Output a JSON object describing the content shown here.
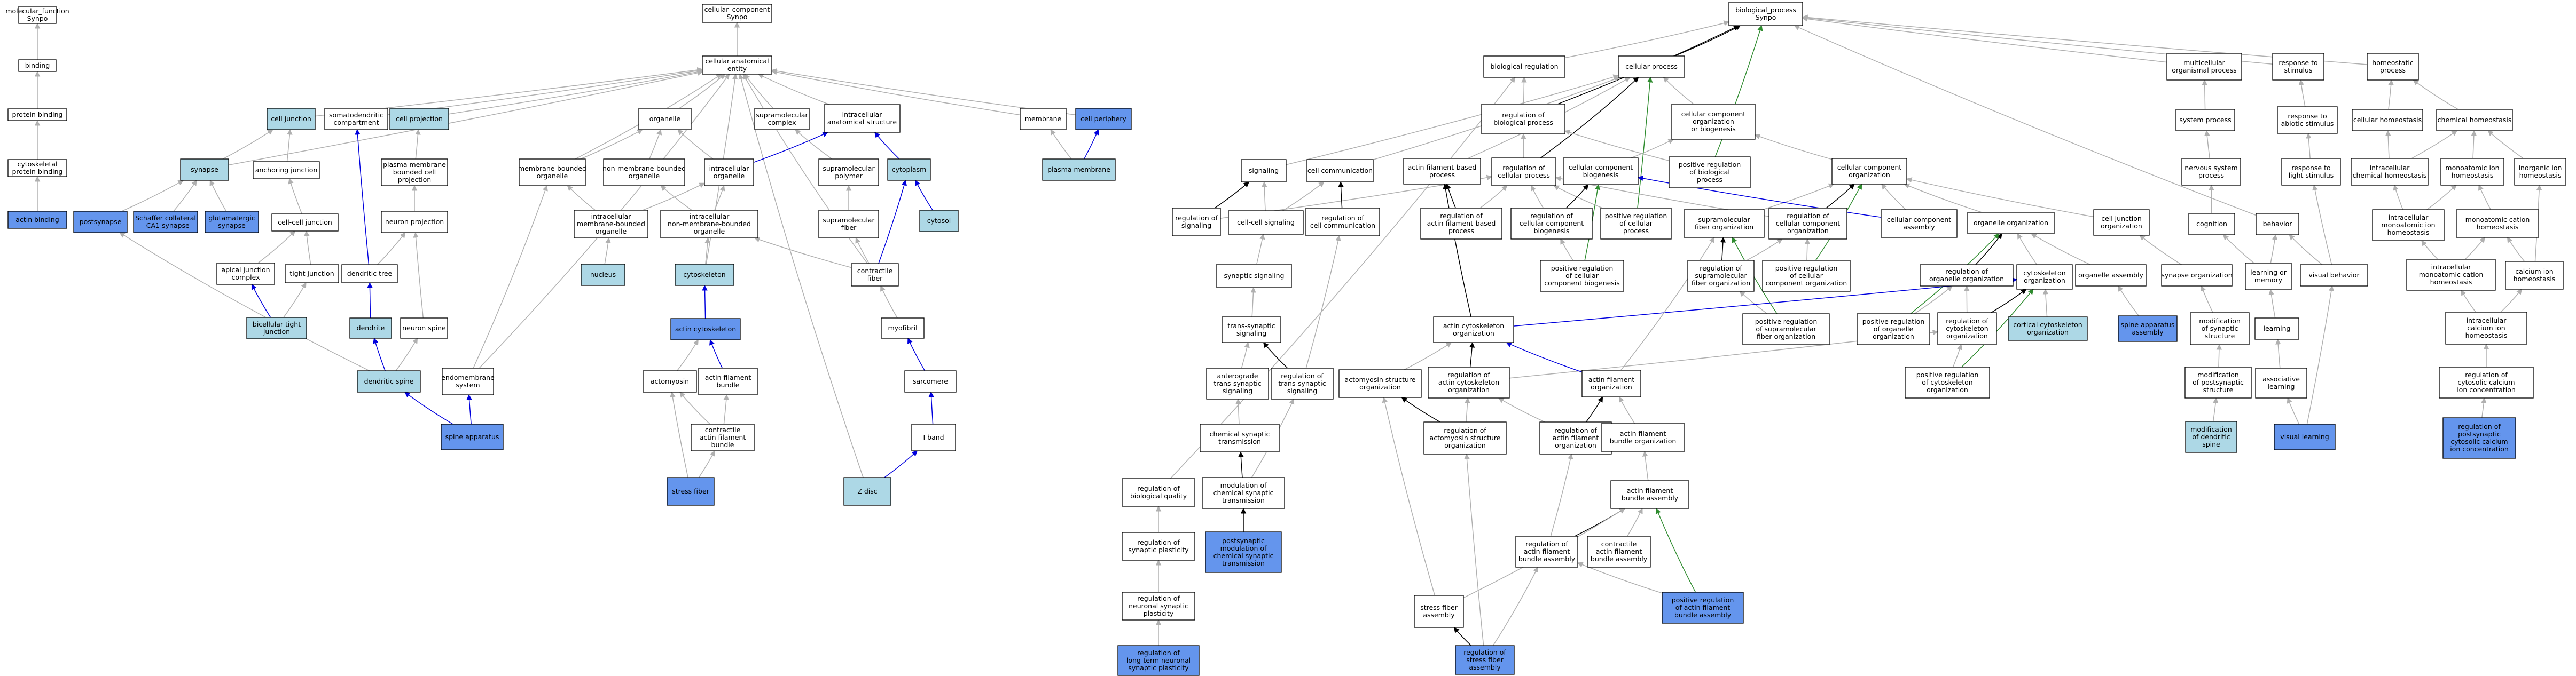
{
  "colors": {
    "none": "#ffffff",
    "light": "#add8e6",
    "dark": "#6495ed",
    "gray_edge": "#b0b0b0",
    "black_edge": "#000000",
    "blue_edge": "#0000dd",
    "green_edge": "#2e8b2e"
  },
  "nodes": {
    "n_mf": {
      "label": [
        "molecular_function",
        "Synpo"
      ],
      "fill": "none"
    },
    "n_binding": {
      "label": [
        "binding"
      ],
      "fill": "none"
    },
    "n_protbind": {
      "label": [
        "protein binding"
      ],
      "fill": "none"
    },
    "n_cytoskbind": {
      "label": [
        "cytoskeletal",
        "protein binding"
      ],
      "fill": "none"
    },
    "n_actinbind": {
      "label": [
        "actin binding"
      ],
      "fill": "dark"
    },
    "n_cc": {
      "label": [
        "cellular_component",
        "Synpo"
      ],
      "fill": "none"
    },
    "n_cae": {
      "label": [
        "cellular anatomical",
        "entity"
      ],
      "fill": "none"
    },
    "n_celljunction": {
      "label": [
        "cell junction"
      ],
      "fill": "light"
    },
    "n_somato": {
      "label": [
        "somatodendritic",
        "compartment"
      ],
      "fill": "none"
    },
    "n_cellproj": {
      "label": [
        "cell projection"
      ],
      "fill": "light"
    },
    "n_synapse": {
      "label": [
        "synapse"
      ],
      "fill": "light"
    },
    "n_anchjunc": {
      "label": [
        "anchoring junction"
      ],
      "fill": "none"
    },
    "n_pmbcp": {
      "label": [
        "plasma membrane",
        "bounded cell",
        "projection"
      ],
      "fill": "none"
    },
    "n_postsyn": {
      "label": [
        "postsynapse"
      ],
      "fill": "dark"
    },
    "n_schaffer": {
      "label": [
        "Schaffer collateral",
        "- CA1 synapse"
      ],
      "fill": "dark"
    },
    "n_glutsyn": {
      "label": [
        "glutamatergic",
        "synapse"
      ],
      "fill": "dark"
    },
    "n_cellcell": {
      "label": [
        "cell-cell junction"
      ],
      "fill": "none"
    },
    "n_neuronproj": {
      "label": [
        "neuron projection"
      ],
      "fill": "none"
    },
    "n_apical": {
      "label": [
        "apical junction",
        "complex"
      ],
      "fill": "none"
    },
    "n_tight": {
      "label": [
        "tight junction"
      ],
      "fill": "none"
    },
    "n_dendtree": {
      "label": [
        "dendritic tree"
      ],
      "fill": "none"
    },
    "n_bictj": {
      "label": [
        "bicellular tight",
        "junction"
      ],
      "fill": "light"
    },
    "n_dendrite": {
      "label": [
        "dendrite"
      ],
      "fill": "light"
    },
    "n_neuronspine": {
      "label": [
        "neuron spine"
      ],
      "fill": "none"
    },
    "n_dendspine": {
      "label": [
        "dendritic spine"
      ],
      "fill": "light"
    },
    "n_endomem": {
      "label": [
        "endomembrane",
        "system"
      ],
      "fill": "none"
    },
    "n_spineapp": {
      "label": [
        "spine apparatus"
      ],
      "fill": "dark"
    },
    "n_organelle": {
      "label": [
        "organelle"
      ],
      "fill": "none"
    },
    "n_supramolcx": {
      "label": [
        "supramolecular",
        "complex"
      ],
      "fill": "none"
    },
    "n_icas": {
      "label": [
        "intracellular",
        "anatomical structure"
      ],
      "fill": "none"
    },
    "n_membrane": {
      "label": [
        "membrane"
      ],
      "fill": "none"
    },
    "n_cellperiph": {
      "label": [
        "cell periphery"
      ],
      "fill": "dark"
    },
    "n_mbo": {
      "label": [
        "membrane-bounded",
        "organelle"
      ],
      "fill": "none"
    },
    "n_nmbo": {
      "label": [
        "non-membrane-bounded",
        "organelle"
      ],
      "fill": "none"
    },
    "n_icorg": {
      "label": [
        "intracellular",
        "organelle"
      ],
      "fill": "none"
    },
    "n_supramolpoly": {
      "label": [
        "supramolecular",
        "polymer"
      ],
      "fill": "none"
    },
    "n_cytoplasm": {
      "label": [
        "cytoplasm"
      ],
      "fill": "light"
    },
    "n_plasmamem": {
      "label": [
        "plasma membrane"
      ],
      "fill": "light"
    },
    "n_icmbo": {
      "label": [
        "intracellular",
        "membrane-bounded",
        "organelle"
      ],
      "fill": "none"
    },
    "n_icnmbo": {
      "label": [
        "intracellular",
        "non-membrane-bounded",
        "organelle"
      ],
      "fill": "none"
    },
    "n_supramolfiber": {
      "label": [
        "supramolecular",
        "fiber"
      ],
      "fill": "none"
    },
    "n_cytosol": {
      "label": [
        "cytosol"
      ],
      "fill": "light"
    },
    "n_nucleus": {
      "label": [
        "nucleus"
      ],
      "fill": "light"
    },
    "n_cytoskeleton": {
      "label": [
        "cytoskeleton"
      ],
      "fill": "light"
    },
    "n_contrfiber": {
      "label": [
        "contractile",
        "fiber"
      ],
      "fill": "none"
    },
    "n_actincytosk": {
      "label": [
        "actin cytoskeleton"
      ],
      "fill": "dark"
    },
    "n_myofibril": {
      "label": [
        "myofibril"
      ],
      "fill": "none"
    },
    "n_actomyosin": {
      "label": [
        "actomyosin"
      ],
      "fill": "none"
    },
    "n_afbundle": {
      "label": [
        "actin filament",
        "bundle"
      ],
      "fill": "none"
    },
    "n_sarcomere": {
      "label": [
        "sarcomere"
      ],
      "fill": "none"
    },
    "n_cafb": {
      "label": [
        "contractile",
        "actin filament",
        "bundle"
      ],
      "fill": "none"
    },
    "n_iband": {
      "label": [
        "I band"
      ],
      "fill": "none"
    },
    "n_stressfiber": {
      "label": [
        "stress fiber"
      ],
      "fill": "dark"
    },
    "n_zdisc": {
      "label": [
        "Z disc"
      ],
      "fill": "light"
    },
    "n_bp": {
      "label": [
        "biological_process",
        "Synpo"
      ],
      "fill": "none"
    },
    "n_bioreg": {
      "label": [
        "biological regulation"
      ],
      "fill": "none"
    },
    "n_cellproc": {
      "label": [
        "cellular process"
      ],
      "fill": "none"
    },
    "n_multicell": {
      "label": [
        "multicellular",
        "organismal process"
      ],
      "fill": "none"
    },
    "n_respstim": {
      "label": [
        "response to",
        "stimulus"
      ],
      "fill": "none"
    },
    "n_homeoproc": {
      "label": [
        "homeostatic",
        "process"
      ],
      "fill": "none"
    },
    "n_regbp": {
      "label": [
        "regulation of",
        "biological process"
      ],
      "fill": "none"
    },
    "n_ccob": {
      "label": [
        "cellular component",
        "organization",
        "or biogenesis"
      ],
      "fill": "none"
    },
    "n_sysproc": {
      "label": [
        "system process"
      ],
      "fill": "none"
    },
    "n_respabiotic": {
      "label": [
        "response to",
        "abiotic stimulus"
      ],
      "fill": "none"
    },
    "n_cellhomeo": {
      "label": [
        "cellular homeostasis"
      ],
      "fill": "none"
    },
    "n_chemhomeo": {
      "label": [
        "chemical homeostasis"
      ],
      "fill": "none"
    },
    "n_signaling": {
      "label": [
        "signaling"
      ],
      "fill": "none"
    },
    "n_cellcomm": {
      "label": [
        "cell communication"
      ],
      "fill": "none"
    },
    "n_afbp": {
      "label": [
        "actin filament-based",
        "process"
      ],
      "fill": "none"
    },
    "n_regcellproc": {
      "label": [
        "regulation of",
        "cellular process"
      ],
      "fill": "none"
    },
    "n_ccbiogen": {
      "label": [
        "cellular component",
        "biogenesis"
      ],
      "fill": "none"
    },
    "n_posregbp": {
      "label": [
        "positive regulation",
        "of biological",
        "process"
      ],
      "fill": "none"
    },
    "n_ccorg": {
      "label": [
        "cellular component",
        "organization"
      ],
      "fill": "none"
    },
    "n_nervsys": {
      "label": [
        "nervous system",
        "process"
      ],
      "fill": "none"
    },
    "n_resplight": {
      "label": [
        "response to",
        "light stimulus"
      ],
      "fill": "none"
    },
    "n_iccheml": {
      "label": [
        "intracellular",
        "chemical homeostasis"
      ],
      "fill": "none"
    },
    "n_monoatomic": {
      "label": [
        "monoatomic ion",
        "homeostasis"
      ],
      "fill": "none"
    },
    "n_inorganic": {
      "label": [
        "inorganic ion",
        "homeostasis"
      ],
      "fill": "none"
    },
    "n_regsig": {
      "label": [
        "regulation of",
        "signaling"
      ],
      "fill": "none"
    },
    "n_cellcellsig": {
      "label": [
        "cell-cell signaling"
      ],
      "fill": "none"
    },
    "n_regcellcomm": {
      "label": [
        "regulation of",
        "cell communication"
      ],
      "fill": "none"
    },
    "n_regafbp": {
      "label": [
        "regulation of",
        "actin filament-based",
        "process"
      ],
      "fill": "none"
    },
    "n_regccbio": {
      "label": [
        "regulation of",
        "cellular component",
        "biogenesis"
      ],
      "fill": "none"
    },
    "n_posregcp": {
      "label": [
        "positive regulation",
        "of cellular",
        "process"
      ],
      "fill": "none"
    },
    "n_smfo": {
      "label": [
        "supramolecular",
        "fiber organization"
      ],
      "fill": "none"
    },
    "n_regcco": {
      "label": [
        "regulation of",
        "cellular component",
        "organization"
      ],
      "fill": "none"
    },
    "n_ccassembly": {
      "label": [
        "cellular component",
        "assembly"
      ],
      "fill": "none"
    },
    "n_orgorg": {
      "label": [
        "organelle organization"
      ],
      "fill": "none"
    },
    "n_celljuncorg": {
      "label": [
        "cell junction",
        "organization"
      ],
      "fill": "none"
    },
    "n_cognition": {
      "label": [
        "cognition"
      ],
      "fill": "none"
    },
    "n_behavior": {
      "label": [
        "behavior"
      ],
      "fill": "none"
    },
    "n_icmono": {
      "label": [
        "intracellular",
        "monoatomic ion",
        "homeostasis"
      ],
      "fill": "none"
    },
    "n_monocation": {
      "label": [
        "monoatomic cation",
        "homeostasis"
      ],
      "fill": "none"
    },
    "n_synsig": {
      "label": [
        "synaptic signaling"
      ],
      "fill": "none"
    },
    "n_posregccb": {
      "label": [
        "positive regulation",
        "of cellular",
        "component biogenesis"
      ],
      "fill": "none"
    },
    "n_regsmfo": {
      "label": [
        "regulation of",
        "supramolecular",
        "fiber organization"
      ],
      "fill": "none"
    },
    "n_posregcco": {
      "label": [
        "positive regulation",
        "of cellular",
        "component organization"
      ],
      "fill": "none"
    },
    "n_regorgorg": {
      "label": [
        "regulation of",
        "organelle organization"
      ],
      "fill": "none"
    },
    "n_cytoskorg": {
      "label": [
        "cytoskeleton",
        "organization"
      ],
      "fill": "none"
    },
    "n_orgassembly": {
      "label": [
        "organelle assembly"
      ],
      "fill": "none"
    },
    "n_synorg": {
      "label": [
        "synapse organization"
      ],
      "fill": "none"
    },
    "n_learnmem": {
      "label": [
        "learning or",
        "memory"
      ],
      "fill": "none"
    },
    "n_visbeh": {
      "label": [
        "visual behavior"
      ],
      "fill": "none"
    },
    "n_icmonocation": {
      "label": [
        "intracellular",
        "monoatomic cation",
        "homeostasis"
      ],
      "fill": "none"
    },
    "n_calcium": {
      "label": [
        "calcium ion",
        "homeostasis"
      ],
      "fill": "none"
    },
    "n_transsyn": {
      "label": [
        "trans-synaptic",
        "signaling"
      ],
      "fill": "none"
    },
    "n_posregsmfo": {
      "label": [
        "positive regulation",
        "of supramolecular",
        "fiber organization"
      ],
      "fill": "none"
    },
    "n_posregorgorg": {
      "label": [
        "positive regulation",
        "of organelle",
        "organization"
      ],
      "fill": "none"
    },
    "n_regcytoskorg": {
      "label": [
        "regulation of",
        "cytoskeleton",
        "organization"
      ],
      "fill": "none"
    },
    "n_corticalcytosk": {
      "label": [
        "cortical cytoskeleton",
        "organization"
      ],
      "fill": "light"
    },
    "n_spineappasm": {
      "label": [
        "spine apparatus",
        "assembly"
      ],
      "fill": "dark"
    },
    "n_modsynstruct": {
      "label": [
        "modification",
        "of synaptic",
        "structure"
      ],
      "fill": "none"
    },
    "n_learning": {
      "label": [
        "learning"
      ],
      "fill": "none"
    },
    "n_iccalcium": {
      "label": [
        "intracellular",
        "calcium ion",
        "homeostasis"
      ],
      "fill": "none"
    },
    "n_actcytoskorg": {
      "label": [
        "actin cytoskeleton",
        "organization"
      ],
      "fill": "none"
    },
    "n_anterograde": {
      "label": [
        "anterograde",
        "trans-synaptic",
        "signaling"
      ],
      "fill": "none"
    },
    "n_regtranssyn": {
      "label": [
        "regulation of",
        "trans-synaptic",
        "signaling"
      ],
      "fill": "none"
    },
    "n_actomyosinorg": {
      "label": [
        "actomyosin structure",
        "organization"
      ],
      "fill": "none"
    },
    "n_regactcytoskorg": {
      "label": [
        "regulation of",
        "actin cytoskeleton",
        "organization"
      ],
      "fill": "none"
    },
    "n_afo": {
      "label": [
        "actin filament",
        "organization"
      ],
      "fill": "none"
    },
    "n_posregcytoskorg": {
      "label": [
        "positive regulation",
        "of cytoskeleton",
        "organization"
      ],
      "fill": "none"
    },
    "n_modpostsyn": {
      "label": [
        "modification",
        "of postsynaptic",
        "structure"
      ],
      "fill": "none"
    },
    "n_assoclearn": {
      "label": [
        "associative",
        "learning"
      ],
      "fill": "none"
    },
    "n_regcytosolca": {
      "label": [
        "regulation of",
        "cytosolic calcium",
        "ion concentration"
      ],
      "fill": "none"
    },
    "n_chemsyn": {
      "label": [
        "chemical synaptic",
        "transmission"
      ],
      "fill": "none"
    },
    "n_regactomyo": {
      "label": [
        "regulation of",
        "actomyosin structure",
        "organization"
      ],
      "fill": "none"
    },
    "n_regafo": {
      "label": [
        "regulation of",
        "actin filament",
        "organization"
      ],
      "fill": "none"
    },
    "n_afbo": {
      "label": [
        "actin filament",
        "bundle organization"
      ],
      "fill": "none"
    },
    "n_moddendspine": {
      "label": [
        "modification",
        "of dendritic",
        "spine"
      ],
      "fill": "light"
    },
    "n_vislearn": {
      "label": [
        "visual learning"
      ],
      "fill": "dark"
    },
    "n_regpostsynca": {
      "label": [
        "regulation of",
        "postsynaptic",
        "cytosolic calcium",
        "ion concentration"
      ],
      "fill": "dark"
    },
    "n_regbioqual": {
      "label": [
        "regulation of",
        "biological quality"
      ],
      "fill": "none"
    },
    "n_modchemsyn": {
      "label": [
        "modulation of",
        "chemical synaptic",
        "transmission"
      ],
      "fill": "none"
    },
    "n_afba": {
      "label": [
        "actin filament",
        "bundle assembly"
      ],
      "fill": "none"
    },
    "n_regsynplast": {
      "label": [
        "regulation of",
        "synaptic plasticity"
      ],
      "fill": "none"
    },
    "n_postsynmod": {
      "label": [
        "postsynaptic",
        "modulation of",
        "chemical synaptic",
        "transmission"
      ],
      "fill": "dark"
    },
    "n_regafba": {
      "label": [
        "regulation of",
        "actin filament",
        "bundle assembly"
      ],
      "fill": "none"
    },
    "n_cafba": {
      "label": [
        "contractile",
        "actin filament",
        "bundle assembly"
      ],
      "fill": "none"
    },
    "n_regneursynplast": {
      "label": [
        "regulation of",
        "neuronal synaptic",
        "plasticity"
      ],
      "fill": "none"
    },
    "n_stressfiberasm": {
      "label": [
        "stress fiber",
        "assembly"
      ],
      "fill": "none"
    },
    "n_posregafba": {
      "label": [
        "positive regulation",
        "of actin filament",
        "bundle assembly"
      ],
      "fill": "dark"
    },
    "n_regltnsp": {
      "label": [
        "regulation of",
        "long-term neuronal",
        "synaptic plasticity"
      ],
      "fill": "dark"
    },
    "n_regsfa": {
      "label": [
        "regulation of",
        "stress fiber",
        "assembly"
      ],
      "fill": "dark"
    }
  }
}
